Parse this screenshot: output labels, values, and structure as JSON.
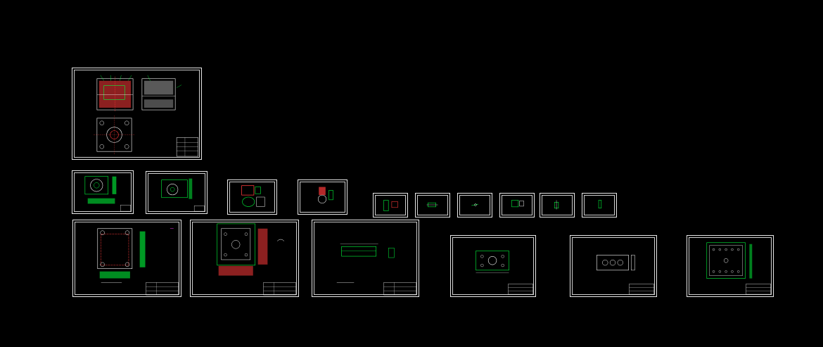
{
  "viewport": {
    "background": "#000000",
    "line_colors": {
      "white": "#ffffff",
      "green": "#00ff3c",
      "red": "#ff3b3b",
      "cyan": "#00e5ff",
      "magenta": "#ff3bff",
      "yellow": "#ffff00"
    }
  },
  "sheets": [
    {
      "id": "assembly",
      "kind": "assembly-drawing"
    },
    {
      "id": "s2",
      "kind": "part-drawing"
    },
    {
      "id": "s3",
      "kind": "part-drawing"
    },
    {
      "id": "s4",
      "kind": "part-drawing"
    },
    {
      "id": "s5",
      "kind": "part-drawing"
    },
    {
      "id": "s6",
      "kind": "small-part"
    },
    {
      "id": "s7",
      "kind": "small-part"
    },
    {
      "id": "s8",
      "kind": "small-part"
    },
    {
      "id": "s9",
      "kind": "small-part"
    },
    {
      "id": "s10",
      "kind": "small-part"
    },
    {
      "id": "s11",
      "kind": "small-part"
    },
    {
      "id": "s12",
      "kind": "plate-drawing"
    },
    {
      "id": "s13",
      "kind": "plate-drawing"
    },
    {
      "id": "s14",
      "kind": "plate-drawing"
    },
    {
      "id": "s15",
      "kind": "plate-drawing"
    },
    {
      "id": "s16",
      "kind": "plate-drawing"
    },
    {
      "id": "s17",
      "kind": "plate-drawing"
    }
  ]
}
